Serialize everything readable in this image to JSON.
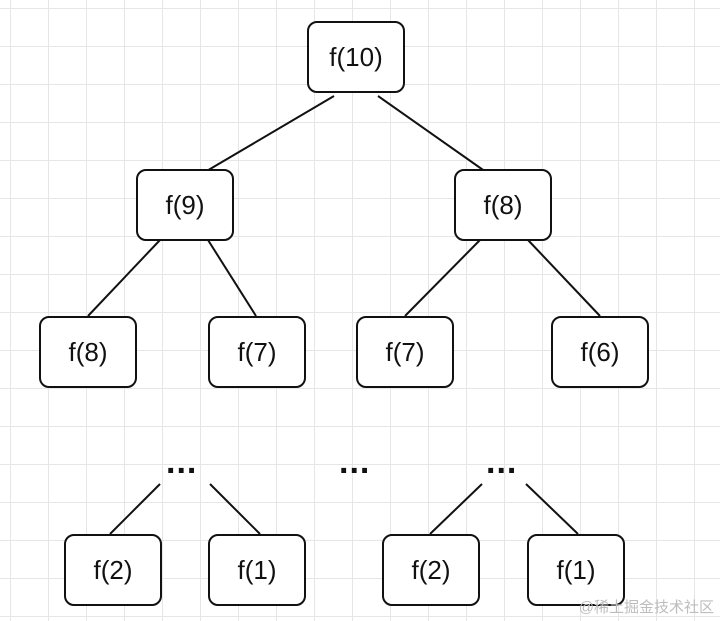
{
  "tree": {
    "root": "f(10)",
    "level1": [
      "f(9)",
      "f(8)"
    ],
    "level2": [
      "f(8)",
      "f(7)",
      "f(7)",
      "f(6)"
    ],
    "ellipsis": [
      "...",
      "...",
      "..."
    ],
    "level4": [
      "f(2)",
      "f(1)",
      "f(2)",
      "f(1)"
    ]
  },
  "watermark": "@稀土掘金技术社区"
}
